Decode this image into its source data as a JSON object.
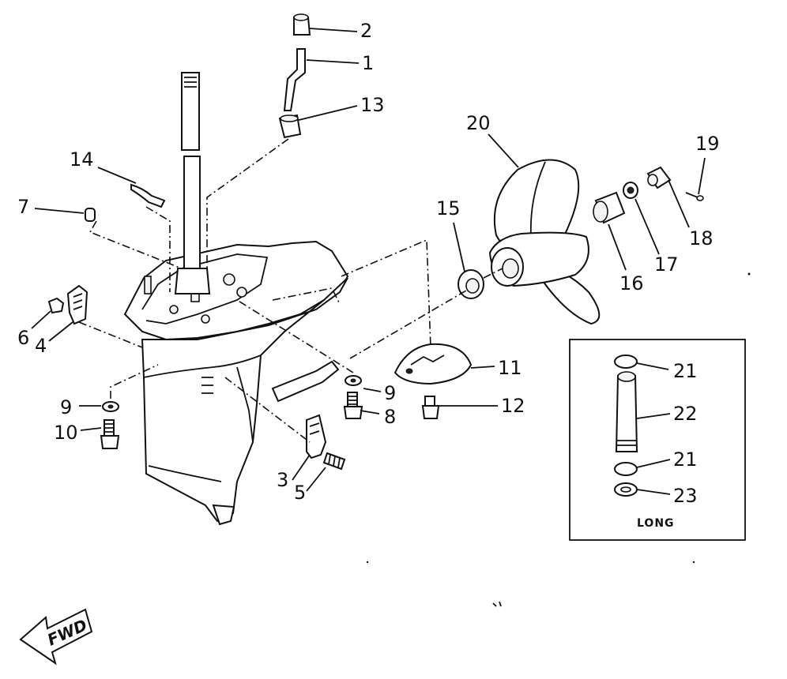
{
  "callouts": {
    "c1": "1",
    "c2": "2",
    "c3": "3",
    "c4": "4",
    "c5": "5",
    "c6": "6",
    "c7": "7",
    "c8": "8",
    "c9a": "9",
    "c9b": "9",
    "c10": "10",
    "c11": "11",
    "c12": "12",
    "c13": "13",
    "c14": "14",
    "c15": "15",
    "c16": "16",
    "c17": "17",
    "c18": "18",
    "c19": "19",
    "c20": "20",
    "c21a": "21",
    "c21b": "21",
    "c22": "22",
    "c23": "23"
  },
  "inset": {
    "label": "LONG"
  },
  "direction": {
    "label": "FWD"
  }
}
